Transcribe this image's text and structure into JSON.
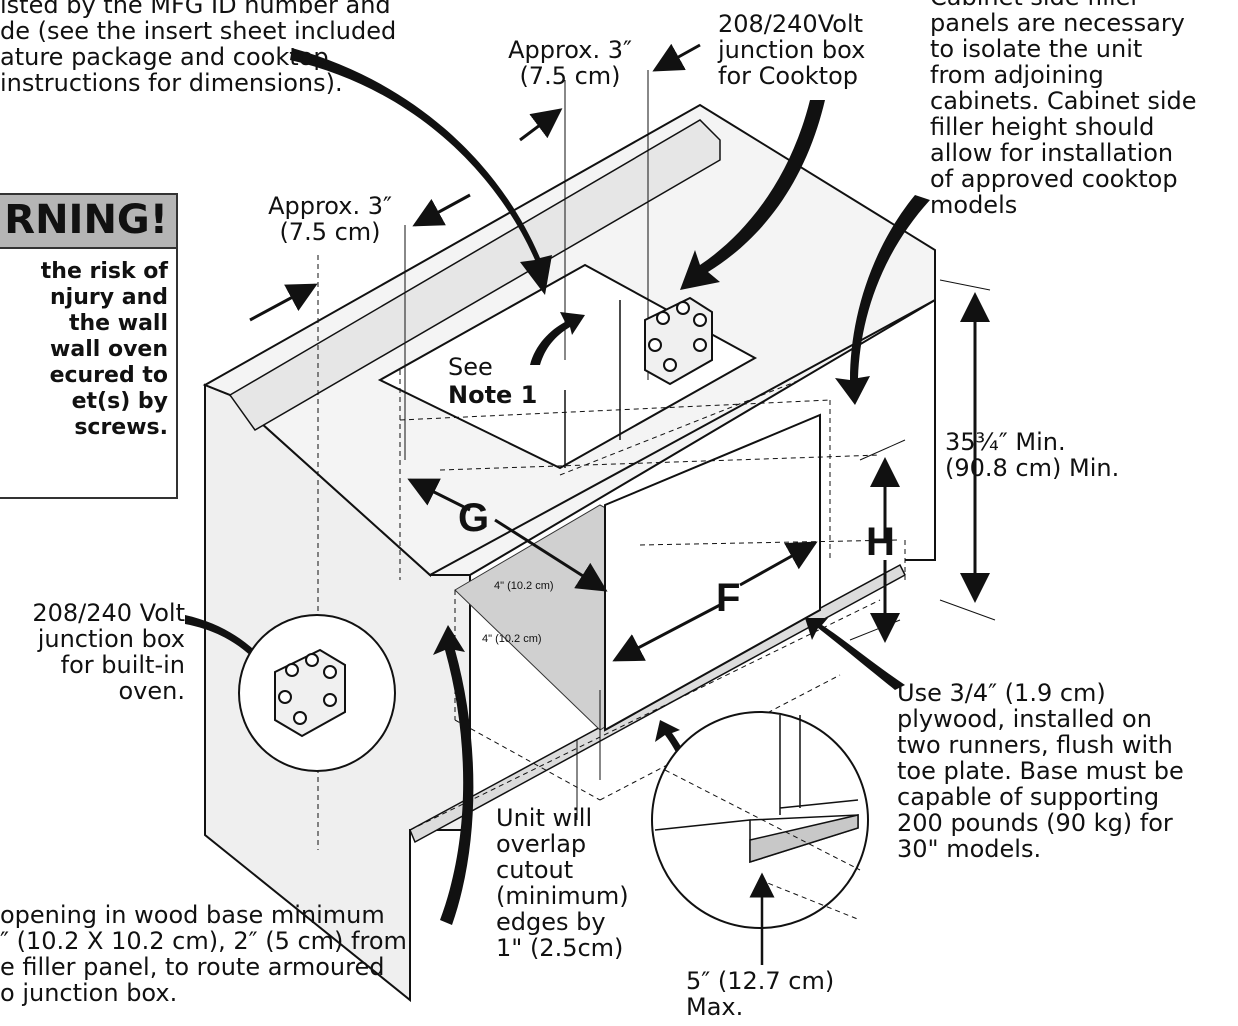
{
  "warning": {
    "title": "RNING!",
    "body": "the risk of\nnjury and\nthe wall\nwall oven\necured to\net(s) by\nscrews."
  },
  "labels": {
    "top_left_text": "isted by the MFG ID number and\nde (see the insert sheet included\nature package and cooktop\n instructions for dimensions).",
    "approx_top": "Approx. 3″\n(7.5 cm)",
    "approx_left": "Approx. 3″\n(7.5 cm)",
    "junction_cooktop": "208/240Volt\njunction box\nfor Cooktop",
    "side_filler": "Cabinet side filler\npanels are necessary\nto isolate the unit\nfrom adjoining\ncabinets. Cabinet side\nfiller height should\nallow for installation\nof approved cooktop\nmodels",
    "see_note_prefix": "See",
    "see_note_bold": "Note 1",
    "height_min": "35¾″ Min.\n(90.8 cm) Min.",
    "junction_oven": "208/240 Volt\njunction box\nfor built-in\noven.",
    "plywood": "Use 3/4″ (1.9 cm)\nplywood, installed on\ntwo runners, flush with\ntoe plate. Base must be\ncapable of supporting\n200 pounds (90 kg) for\n30\" models.",
    "overlap": "Unit will\noverlap\ncutout\n(minimum)\nedges by\n1\" (2.5cm)",
    "opening": "opening in wood base minimum\n″ (10.2 X 10.2 cm), 2″ (5 cm) from\ne filler panel, to route armoured\no junction box.",
    "max_dim": "5″ (12.7 cm)\nMax.",
    "dim_4a": "4\" (10.2 cm)",
    "dim_4b": "4\" (10.2 cm)"
  },
  "letters": {
    "G": "G",
    "F": "F",
    "H": "H"
  },
  "colors": {
    "fill_gray": "#d0d0d0",
    "panel": "#efefef",
    "ink": "#111111"
  }
}
